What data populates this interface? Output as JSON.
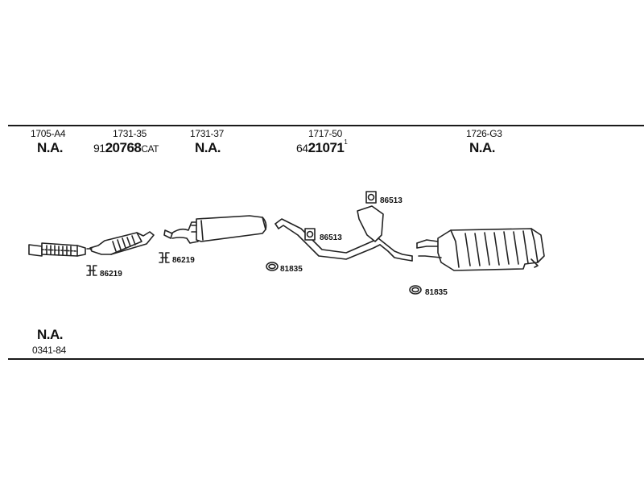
{
  "parts": [
    {
      "code": "1705-A4",
      "ref": "N.A."
    },
    {
      "code": "1731-35",
      "ref_prefix": "91",
      "ref_main": "20768",
      "ref_suffix": "CAT"
    },
    {
      "code": "1731-37",
      "ref": "N.A."
    },
    {
      "code": "1717-50",
      "ref_prefix": "64",
      "ref_main": "21071",
      "ref_sup": "1"
    },
    {
      "code": "1726-G3",
      "ref": "N.A."
    }
  ],
  "bottom_part": {
    "ref": "N.A.",
    "code": "0341-84"
  },
  "accessories": [
    {
      "num": "86219"
    },
    {
      "num": "86219"
    },
    {
      "num": "86513"
    },
    {
      "num": "86513"
    },
    {
      "num": "81835"
    },
    {
      "num": "81835"
    }
  ]
}
